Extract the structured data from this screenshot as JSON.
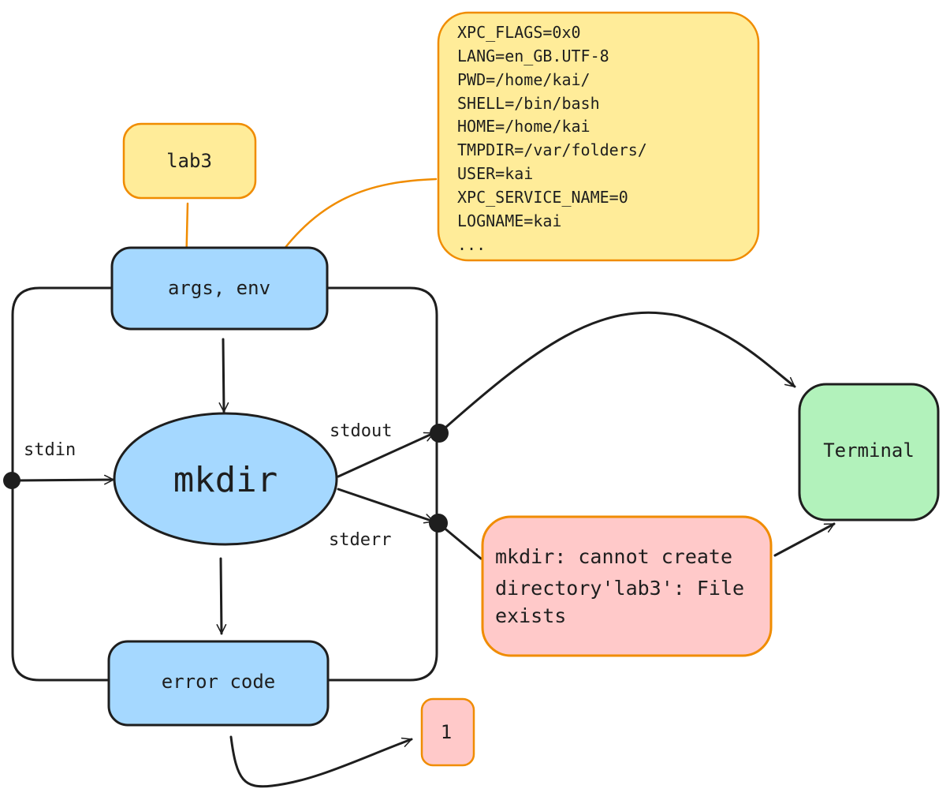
{
  "colors": {
    "yellow_fill": "#ffec99",
    "orange_stroke": "#f08c00",
    "blue_fill": "#a5d8ff",
    "green_fill": "#b2f2bb",
    "red_fill": "#ffc9c9",
    "ink": "#1e1e1e"
  },
  "nodes": {
    "lab3": "lab3",
    "args_env": "args, env",
    "mkdir": "mkdir",
    "error_code": "error code",
    "terminal": "Terminal",
    "exit_value": "1",
    "env_vars": [
      "XPC_FLAGS=0x0",
      "LANG=en_GB.UTF-8",
      "PWD=/home/kai/",
      "SHELL=/bin/bash",
      "HOME=/home/kai",
      "TMPDIR=/var/folders/",
      "USER=kai",
      "XPC_SERVICE_NAME=0",
      "LOGNAME=kai",
      "..."
    ],
    "error_message": [
      "mkdir: cannot create",
      "directory'lab3': File",
      "exists"
    ]
  },
  "labels": {
    "stdin": "stdin",
    "stdout": "stdout",
    "stderr": "stderr"
  }
}
